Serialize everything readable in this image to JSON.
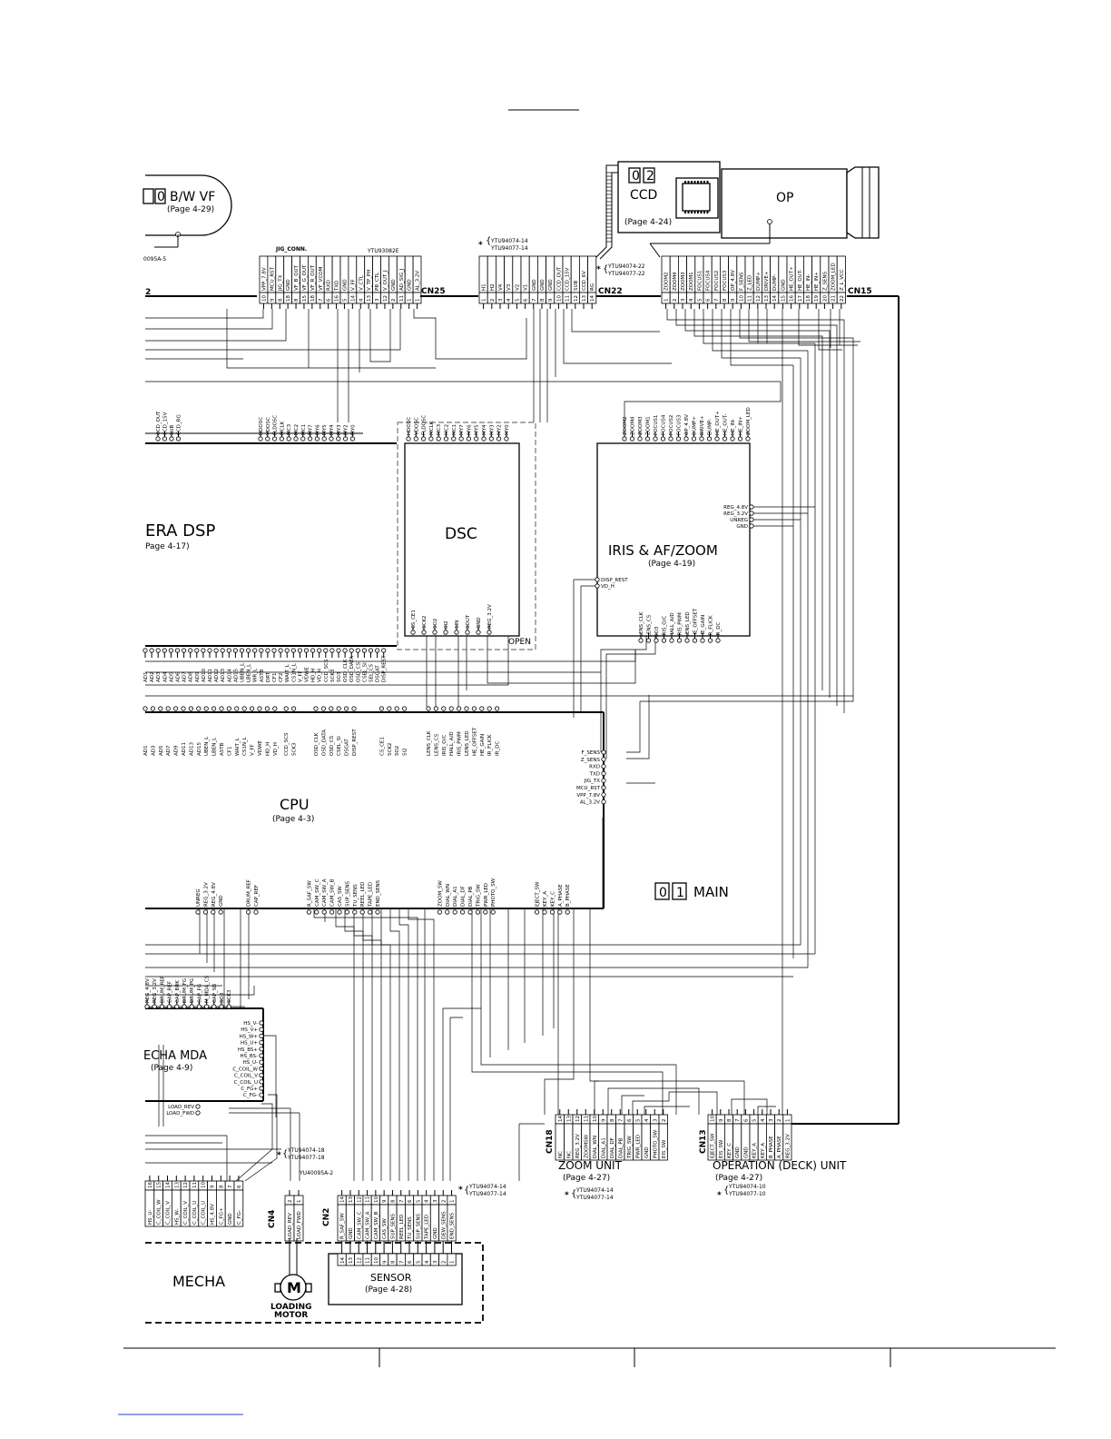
{
  "boards": {
    "bw_vf": {
      "num": [
        "",
        "0"
      ],
      "label": "B/W VF",
      "page": "(Page 4-29)",
      "ref": "0095A-5"
    },
    "ccd": {
      "num": [
        "0",
        "2"
      ],
      "label": "CCD",
      "page": "(Page 4-24)"
    },
    "op": {
      "label": "OP"
    },
    "camera_dsp": {
      "label": "ERA DSP",
      "page": "Page 4-17)"
    },
    "dsc": {
      "label": "DSC",
      "open": "OPEN"
    },
    "iris": {
      "label": "IRIS & AF/ZOOM",
      "page": "(Page 4-19)"
    },
    "cpu": {
      "label": "CPU",
      "page": "(Page 4-3)"
    },
    "main": {
      "num": [
        "0",
        "1"
      ],
      "label": "MAIN"
    },
    "mecha_mda": {
      "label": "ECHA MDA",
      "page": "(Page 4-9)"
    },
    "zoom_unit": {
      "label": "ZOOM UNIT",
      "page": "(Page 4-27)",
      "cn": "CN18"
    },
    "operation_unit": {
      "label": "OPERATION (DECK) UNIT",
      "page": "(Page 4-27)",
      "cn": "CN13"
    },
    "mecha": {
      "label": "MECHA"
    },
    "sensor": {
      "label": "SENSOR",
      "page": "(Page 4-28)"
    },
    "loading_motor": {
      "symbol": "M",
      "label": [
        "LOADING",
        "MOTOR"
      ]
    }
  },
  "connectors": {
    "cn_vf": "2",
    "cn25": "CN25",
    "cn22": "CN22",
    "cn15": "CN15",
    "cn4": "CN4",
    "cn2": "CN2",
    "jig_conn": "JIG_CONN.",
    "ytu93082e": "YTU93082E"
  },
  "notes": {
    "star": "*",
    "ccd_parts": [
      "YTU94074-14",
      "YTU94077-14"
    ],
    "cn22_parts": [
      "YTU94074-22",
      "YTU94077-22"
    ],
    "mecha_parts": [
      "YTU94074-18",
      "YTU94077-18"
    ],
    "mecha_ref": "YU40095A-2",
    "cn2_parts": [
      "YTU94074-14",
      "YTU94077-14"
    ],
    "zoom_parts": [
      "YTU94074-14",
      "YTU94077-14"
    ],
    "op_parts": [
      "YTU94074-10",
      "YTU94077-10"
    ]
  },
  "pins": {
    "cn25": [
      {
        "n": "10",
        "s": "VPP_7.8V"
      },
      {
        "n": "9",
        "s": "MCU_RST"
      },
      {
        "n": "8",
        "s": "JIG_TX"
      },
      {
        "n": "18",
        "s": "GND"
      },
      {
        "n": "8",
        "s": "VF_B_OUT"
      },
      {
        "n": "15",
        "s": "VF_G_OUT"
      },
      {
        "n": "18",
        "s": "VF_R_OUT"
      },
      {
        "n": "7",
        "s": "VF_VCOM"
      },
      {
        "n": "6",
        "s": "RXD"
      },
      {
        "n": "16",
        "s": "TXD"
      },
      {
        "n": "5",
        "s": "GND"
      },
      {
        "n": "14",
        "s": "V_FF"
      },
      {
        "n": "4",
        "s": "V_CTL"
      },
      {
        "n": "13",
        "s": "V_TP_PH"
      },
      {
        "n": "3",
        "s": "PB_CTL"
      },
      {
        "n": "12",
        "s": "V_OUT_J"
      },
      {
        "n": "2",
        "s": "GND"
      },
      {
        "n": "11",
        "s": "AD_SIG_J"
      },
      {
        "n": "1",
        "s": "GND"
      },
      {
        "n": "1",
        "s": "AL_3.2V"
      }
    ],
    "cn22": [
      {
        "n": "1",
        "s": "H1"
      },
      {
        "n": "2",
        "s": "H2"
      },
      {
        "n": "3",
        "s": "V4"
      },
      {
        "n": "4",
        "s": "V3"
      },
      {
        "n": "5",
        "s": "V2"
      },
      {
        "n": "6",
        "s": "V1"
      },
      {
        "n": "7",
        "s": "GND"
      },
      {
        "n": "8",
        "s": "GND"
      },
      {
        "n": "9",
        "s": "GND"
      },
      {
        "n": "10",
        "s": "CCD_OUT"
      },
      {
        "n": "11",
        "s": "CCD_15V"
      },
      {
        "n": "12",
        "s": "SUB"
      },
      {
        "n": "13",
        "s": "CCD_6V"
      },
      {
        "n": "14",
        "s": "RG"
      }
    ],
    "cn15": [
      {
        "n": "1",
        "s": "ZOOM2"
      },
      {
        "n": "2",
        "s": "ZOOM4"
      },
      {
        "n": "3",
        "s": "ZOOM3"
      },
      {
        "n": "4",
        "s": "ZOOM1"
      },
      {
        "n": "5",
        "s": "FOCUS1"
      },
      {
        "n": "6",
        "s": "FOCUS4"
      },
      {
        "n": "7",
        "s": "FOCUS2"
      },
      {
        "n": "8",
        "s": "FOCUS3"
      },
      {
        "n": "9",
        "s": "OP_4.8V"
      },
      {
        "n": "10",
        "s": "F_SENS"
      },
      {
        "n": "11",
        "s": "Z_LED"
      },
      {
        "n": "12",
        "s": "DUMP+"
      },
      {
        "n": "13",
        "s": "DRIVE+"
      },
      {
        "n": "14",
        "s": "DUMP-"
      },
      {
        "n": "15",
        "s": "GND"
      },
      {
        "n": "16",
        "s": "HE_OUT+"
      },
      {
        "n": "17",
        "s": "HE_OUT-"
      },
      {
        "n": "18",
        "s": "HE_IN-"
      },
      {
        "n": "19",
        "s": "HE_IN+"
      },
      {
        "n": "20",
        "s": "Z_SENS"
      },
      {
        "n": "21",
        "s": "ZOOM_LED"
      },
      {
        "n": "22",
        "s": "Z_L_VCC"
      }
    ],
    "cn18": [
      {
        "n": "14",
        "s": "NC"
      },
      {
        "n": "13",
        "s": "NC"
      },
      {
        "n": "12",
        "s": "REG_3.2V"
      },
      {
        "n": "11",
        "s": "ZOOMSW"
      },
      {
        "n": "10",
        "s": "DIAL_WN"
      },
      {
        "n": "9",
        "s": "DIAL_A1"
      },
      {
        "n": "8",
        "s": "DIAL_DF"
      },
      {
        "n": "7",
        "s": "DIAL_PB"
      },
      {
        "n": "6",
        "s": "TRIG_SW"
      },
      {
        "n": "5",
        "s": "PWR_LED"
      },
      {
        "n": "4",
        "s": "GND"
      },
      {
        "n": "3",
        "s": "PHOTO_SW"
      },
      {
        "n": "2",
        "s": "EIS_SW"
      }
    ],
    "cn13": [
      {
        "n": "10",
        "s": "EJECT_SW"
      },
      {
        "n": "9",
        "s": "EIS_SW"
      },
      {
        "n": "8",
        "s": "KEY_C"
      },
      {
        "n": "7",
        "s": "GND"
      },
      {
        "n": "6",
        "s": "GND"
      },
      {
        "n": "5",
        "s": "KEY_A"
      },
      {
        "n": "4",
        "s": "KEY_A"
      },
      {
        "n": "3",
        "s": "B_PHASE"
      },
      {
        "n": "2",
        "s": "A_PHASE"
      },
      {
        "n": "1",
        "s": "REG_3.2V"
      }
    ],
    "cn4": [
      {
        "n": "2",
        "s": "LOAD_REV"
      },
      {
        "n": "1",
        "s": "LOAD_FWD"
      }
    ],
    "cn2": [
      {
        "n": "14",
        "s": "R_SAF_SW"
      },
      {
        "n": "13",
        "s": "GND"
      },
      {
        "n": "12",
        "s": "CAM_SW_C"
      },
      {
        "n": "11",
        "s": "CAM_SW_A"
      },
      {
        "n": "10",
        "s": "CAM_SW_B"
      },
      {
        "n": "9",
        "s": "CAS_SW"
      },
      {
        "n": "8",
        "s": "SUP_SENS"
      },
      {
        "n": "7",
        "s": "REEL_LED"
      },
      {
        "n": "6",
        "s": "TU_SENS"
      },
      {
        "n": "5",
        "s": "SUP_SENS"
      },
      {
        "n": "4",
        "s": "TAPE_LED"
      },
      {
        "n": "3",
        "s": "GND"
      },
      {
        "n": "2",
        "s": "DEW_SENS"
      },
      {
        "n": "1",
        "s": "END_SENS"
      }
    ],
    "mecha": [
      {
        "n": "16",
        "s": "HS_U-"
      },
      {
        "n": "15",
        "s": "C_COIL_W"
      },
      {
        "n": "14",
        "s": "C_COIL_V"
      },
      {
        "n": "13",
        "s": "HS_W-"
      },
      {
        "n": "12",
        "s": "C_COIL_V"
      },
      {
        "n": "11",
        "s": "C_COIL_U"
      },
      {
        "n": "10",
        "s": "C_COIL_U"
      },
      {
        "n": "9",
        "s": "HS_4.8V"
      },
      {
        "n": "8",
        "s": "C_FG+"
      },
      {
        "n": "7",
        "s": "GND"
      },
      {
        "n": "6",
        "s": "C_FG-"
      }
    ],
    "sensor_nums": [
      "14",
      "13",
      "12",
      "11",
      "10",
      "9",
      "8",
      "7",
      "6",
      "5",
      "4",
      "3",
      "2",
      "1"
    ],
    "dsp_top": [
      "CCD_OUT",
      "CCD_15V",
      "SUB",
      "CCD_RG"
    ],
    "dsp_top_right": [
      "HDOSC",
      "VDOSC",
      "FLDOSC",
      "MCLK",
      "MC3",
      "MC2",
      "MC1",
      "MY7",
      "MY6",
      "MY5",
      "MY4",
      "MY3",
      "MY2",
      "MY0"
    ],
    "dsc_top": [
      "HDOSC",
      "VDOSC",
      "FLDOSC",
      "MCLK",
      "MC3",
      "MC2",
      "MC1",
      "MY7",
      "MY6",
      "MY5",
      "MY4",
      "MY3",
      "MY2",
      "MY0"
    ],
    "iris_top": [
      "ZOOM2",
      "ZOOM4",
      "ZOOM3",
      "ZOOM1",
      "FOCUS1",
      "FOCUS4",
      "FOCUS2",
      "FOCUS3",
      "OP_4.8V",
      "DUMP+",
      "DRIVE+",
      "DUMP-",
      "HE_OUT+",
      "HE_OUT-",
      "HE_IN-",
      "HE_IN+",
      "ZOOM_LED"
    ],
    "iris_right": [
      "REG_4.8V",
      "REG_3.2V",
      "UNREG",
      "GND"
    ],
    "iris_left": [
      "DISP_REST",
      "VD_H"
    ],
    "iris_bottom": [
      "LENS_CLK",
      "LENS_CS",
      "SO3",
      "IRIS_O/C",
      "HALL_A/D",
      "IRIS_PWM",
      "LENS_LED",
      "HE_OFFSET",
      "HE_GAIN",
      "IR_FLICK",
      "IR_DC"
    ],
    "dsp_bottom": [
      "AD1",
      "AD2",
      "AD3",
      "AD4",
      "AD5",
      "AD6",
      "AD7",
      "AD8",
      "AD9",
      "AD10",
      "AD11",
      "AD12",
      "AD13",
      "AD14",
      "AD15",
      "UBEN_L",
      "LBEN_L",
      "WR_L",
      "ASTB",
      "DRT",
      "CF1",
      "CF2",
      "WAIT_L",
      "CS1N_L",
      "V_FF",
      "VDWE",
      "HD_H",
      "VD_H",
      "CCD_SCS",
      "SCK3",
      "SO3",
      "OSD_CLK",
      "OSD_DATA",
      "OSD_CS",
      "CSEL_SI",
      "SEL_CS",
      "DSGAT",
      "DISP_REST"
    ],
    "dsc_bottom": [
      "CS_CE1",
      "SCK2",
      "SO2",
      "SI2",
      "SIN",
      "SOUT",
      "GND",
      "REG_3.2V"
    ],
    "cpu_top": [
      "AD1",
      "AD3",
      "AD5",
      "AD7",
      "AD9",
      "AD11",
      "AD13",
      "AD15",
      "UBEN_L",
      "LBEN_L",
      "ASTB",
      "CF1",
      "WAIT_L",
      "CS1N_L",
      "V_FF",
      "VDWE",
      "HD_H",
      "VD_H",
      "CCD_SCS",
      "SCK3",
      "OSD_CLK",
      "OSD_DATA",
      "OSD_CS",
      "CSEL_SI",
      "DSGAT",
      "DISP_REST",
      "CS_CE1",
      "SCK2",
      "SO2",
      "SI2",
      "LENS_CLK",
      "LENS_CS",
      "IRIS_O/C",
      "HALL_A/D",
      "IRIS_PWM",
      "LENS_LED",
      "HE_OFFSET",
      "HE_GAIN",
      "IR_FLICK",
      "IR_DC"
    ],
    "cpu_right": [
      "F_SENS",
      "Z_SENS",
      "RXD",
      "TXD",
      "JIG_TX",
      "MCU_RST",
      "VPP_7.8V",
      "AL_3.2V"
    ],
    "cpu_bottom": [
      "UNREG",
      "REG_3.2V",
      "REG_4.8V",
      "GND",
      "DRUM_REF",
      "CAP_REF",
      "R_SAF_SW",
      "CAM_SW_C",
      "CAM_SW_A",
      "CAM_SW_B",
      "CAS_SW",
      "SUP_SENS",
      "TU_SENS",
      "REEL_LED",
      "TAPE_LED",
      "END_SENS",
      "ZOOM_SW",
      "DIAL_WN",
      "DIAL_A1",
      "DIAL_DF",
      "DIAL_PB",
      "TRIG_SW",
      "PWR_LED",
      "PHOTO_SW",
      "EJECT_SW",
      "KEY_A",
      "KEY_C",
      "A_PHASE",
      "B_PHASE"
    ],
    "mda_top": [
      "REG_4.8V",
      "REG_3.2V",
      "DRUM_REF",
      "CAP_REF",
      "CAP_BRK",
      "DRUM_FG",
      "DRUM_PG",
      "CAP_FG",
      "M_MDA_CS",
      "CAP_SD",
      "SO3",
      "SCK3"
    ],
    "mda_right": [
      "HS_V-",
      "HS_V+",
      "HS_W+",
      "HS_U+",
      "HS_BS+",
      "HS_BS-",
      "HS_U-",
      "C_COIL_W",
      "C_COIL_V",
      "C_COIL_U",
      "C_FG+",
      "C_FG-"
    ],
    "mda_load": [
      "LOAD_REV",
      "LOAD_FWD"
    ]
  }
}
